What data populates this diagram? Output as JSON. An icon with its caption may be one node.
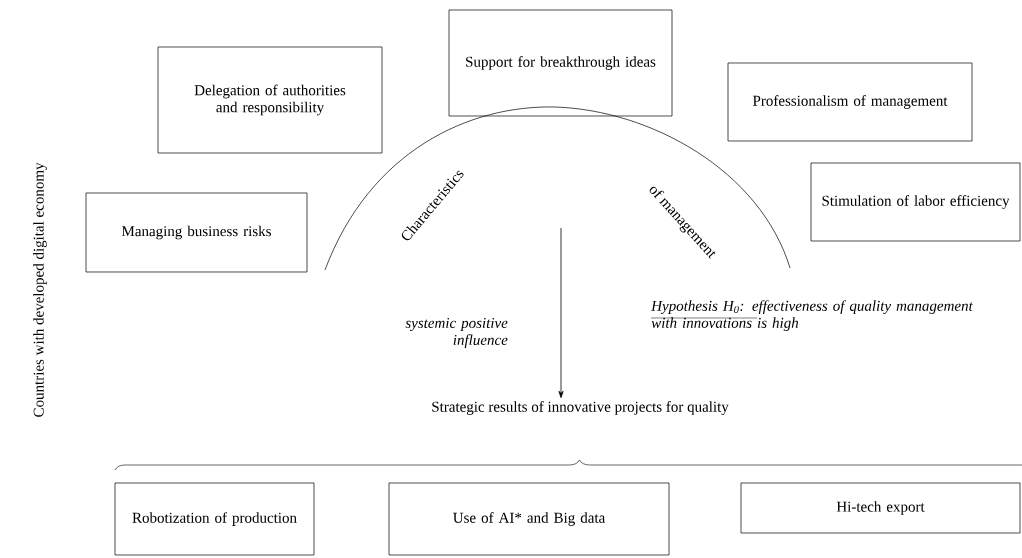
{
  "diagram": {
    "nodes": [
      {
        "text": [
          "Delegation of authorities and responsibility"
        ]
      },
      {
        "text": [
          "Support for breakthrough ideas"
        ]
      },
      {
        "text": [
          "Professionalism of management"
        ]
      },
      {
        "text": [
          "Managing business risks"
        ]
      },
      {
        "text": [
          "Stimulation of labor efficiency"
        ]
      },
      {
        "text": [
          "Strategic results of innovative projects for quality"
        ]
      },
      {
        "text": [
          "Robotization of production"
        ]
      },
      {
        "text": [
          "Use of AI* and Big data"
        ]
      },
      {
        "text": [
          "Hi-tech export"
        ]
      }
    ],
    "edges": [
      {
        "from": null,
        "to": 5,
        "arrow": "to",
        "label": "systemic positive influence"
      }
    ],
    "labels": [
      "Countries with developed digital economy",
      "Characteristics",
      "of management",
      "Hypothesis H$_{0}$: effectiveness of quality management with innovations is high"
    ]
  }
}
